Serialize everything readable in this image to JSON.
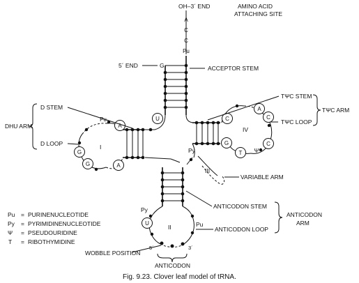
{
  "terminal": {
    "oh_end": "OH–3´ END",
    "seq": [
      "A",
      "C",
      "C",
      "Pu"
    ],
    "amino_line1": "AMINO ACID",
    "amino_line2": "ATTACHING SITE",
    "five_end": "5´ END",
    "g_base": "G"
  },
  "labels": {
    "acceptor_stem": "ACCEPTOR STEM",
    "d_stem": "D STEM",
    "d_loop": "D LOOP",
    "dhu_arm": "DHU ARM",
    "tpsic_stem": "TΨC STEM",
    "tpsic_loop": "TΨC LOOP",
    "tpsic_arm": "TΨC ARM",
    "variable_arm": "VARIABLE ARM",
    "anticodon_stem": "ANTICODON STEM",
    "anticodon_loop": "ANTICODON LOOP",
    "anticodon_arm_1": "ANTICODON",
    "anticodon_arm_2": "ARM",
    "wobble_position": "WOBBLE POSITION",
    "anticodon": "ANTICODON",
    "five_prime": "5´",
    "three_prime": "3´"
  },
  "loops": {
    "d": {
      "numeral": "I",
      "bases": [
        "Pu",
        "A",
        "G",
        "G",
        "A"
      ]
    },
    "tpsic": {
      "numeral": "IV",
      "bases": [
        "C",
        "A",
        "C",
        "C",
        "T",
        "G",
        "Ψ"
      ]
    },
    "variable": {
      "numeral": "III",
      "bases": [
        "Py"
      ]
    },
    "anticodon": {
      "numeral": "II",
      "bases": [
        "Py",
        "U",
        "Pu"
      ]
    },
    "center_u": "U"
  },
  "legend": [
    {
      "abbr": "Pu",
      "eq": "=",
      "text": "PURINENUCLEOTIDE"
    },
    {
      "abbr": "Py",
      "eq": "=",
      "text": "PYRIMIDINENUCLEOTIDE"
    },
    {
      "abbr": "Ψ",
      "eq": "=",
      "text": "PSEUDOURIDINE"
    },
    {
      "abbr": "T",
      "eq": "=",
      "text": "RIBOTHYMIDINE"
    }
  ],
  "caption": "Fig. 9.23. Clover leaf model of tRNA."
}
